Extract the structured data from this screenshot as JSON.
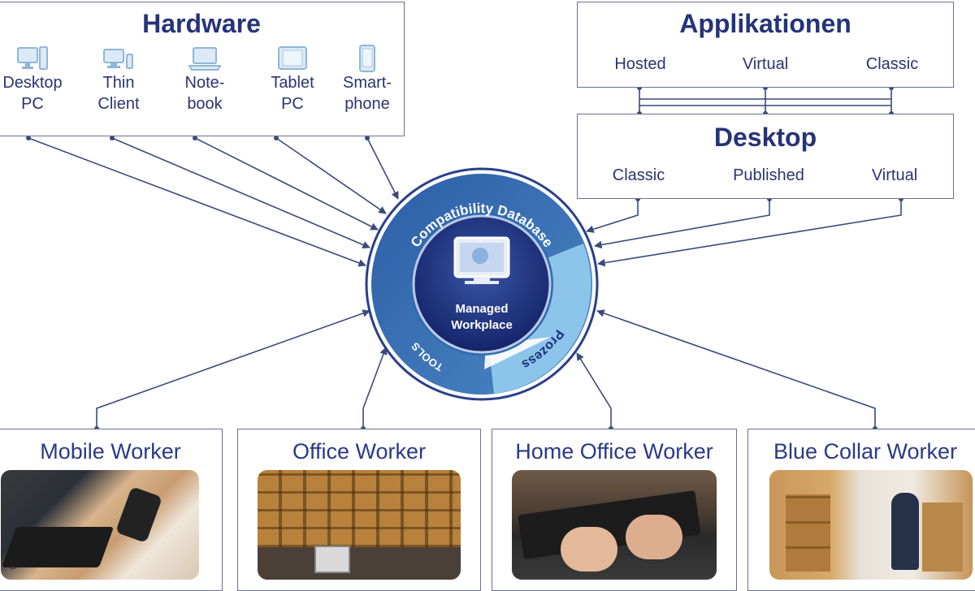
{
  "hardware": {
    "title": "Hardware",
    "devices": [
      {
        "line1": "Desktop",
        "line2": "PC",
        "icon": "desktop-pc-icon"
      },
      {
        "line1": "Thin",
        "line2": "Client",
        "icon": "thin-client-icon"
      },
      {
        "line1": "Note-",
        "line2": "book",
        "icon": "notebook-icon"
      },
      {
        "line1": "Tablet",
        "line2": "PC",
        "icon": "tablet-icon"
      },
      {
        "line1": "Smart-",
        "line2": "phone",
        "icon": "smartphone-icon"
      }
    ]
  },
  "applications": {
    "title": "Applikationen",
    "items": [
      "Hosted",
      "Virtual",
      "Classic"
    ]
  },
  "desktop": {
    "title": "Desktop",
    "items": [
      "Classic",
      "Published",
      "Virtual"
    ]
  },
  "hub": {
    "ring_top": "Compatibility Database",
    "ring_left": "TOOLS",
    "ring_right": "Prozess",
    "center_line1": "Managed",
    "center_line2": "Workplace",
    "colors": {
      "outer": "#3e6fae",
      "light": "#8cc4ea",
      "core": "#1c2f7c",
      "rim": "#2a3f8c"
    }
  },
  "workers": [
    {
      "title": "Mobile Worker",
      "photo": "mobile-worker-photo"
    },
    {
      "title": "Office Worker",
      "photo": "office-worker-photo"
    },
    {
      "title": "Home Office Worker",
      "photo": "home-office-worker-photo"
    },
    {
      "title": "Blue Collar Worker",
      "photo": "blue-collar-worker-photo"
    }
  ],
  "copyright": "©",
  "colors": {
    "line": "#3a4a7a",
    "title": "#25337a",
    "border": "#6a6f90"
  }
}
